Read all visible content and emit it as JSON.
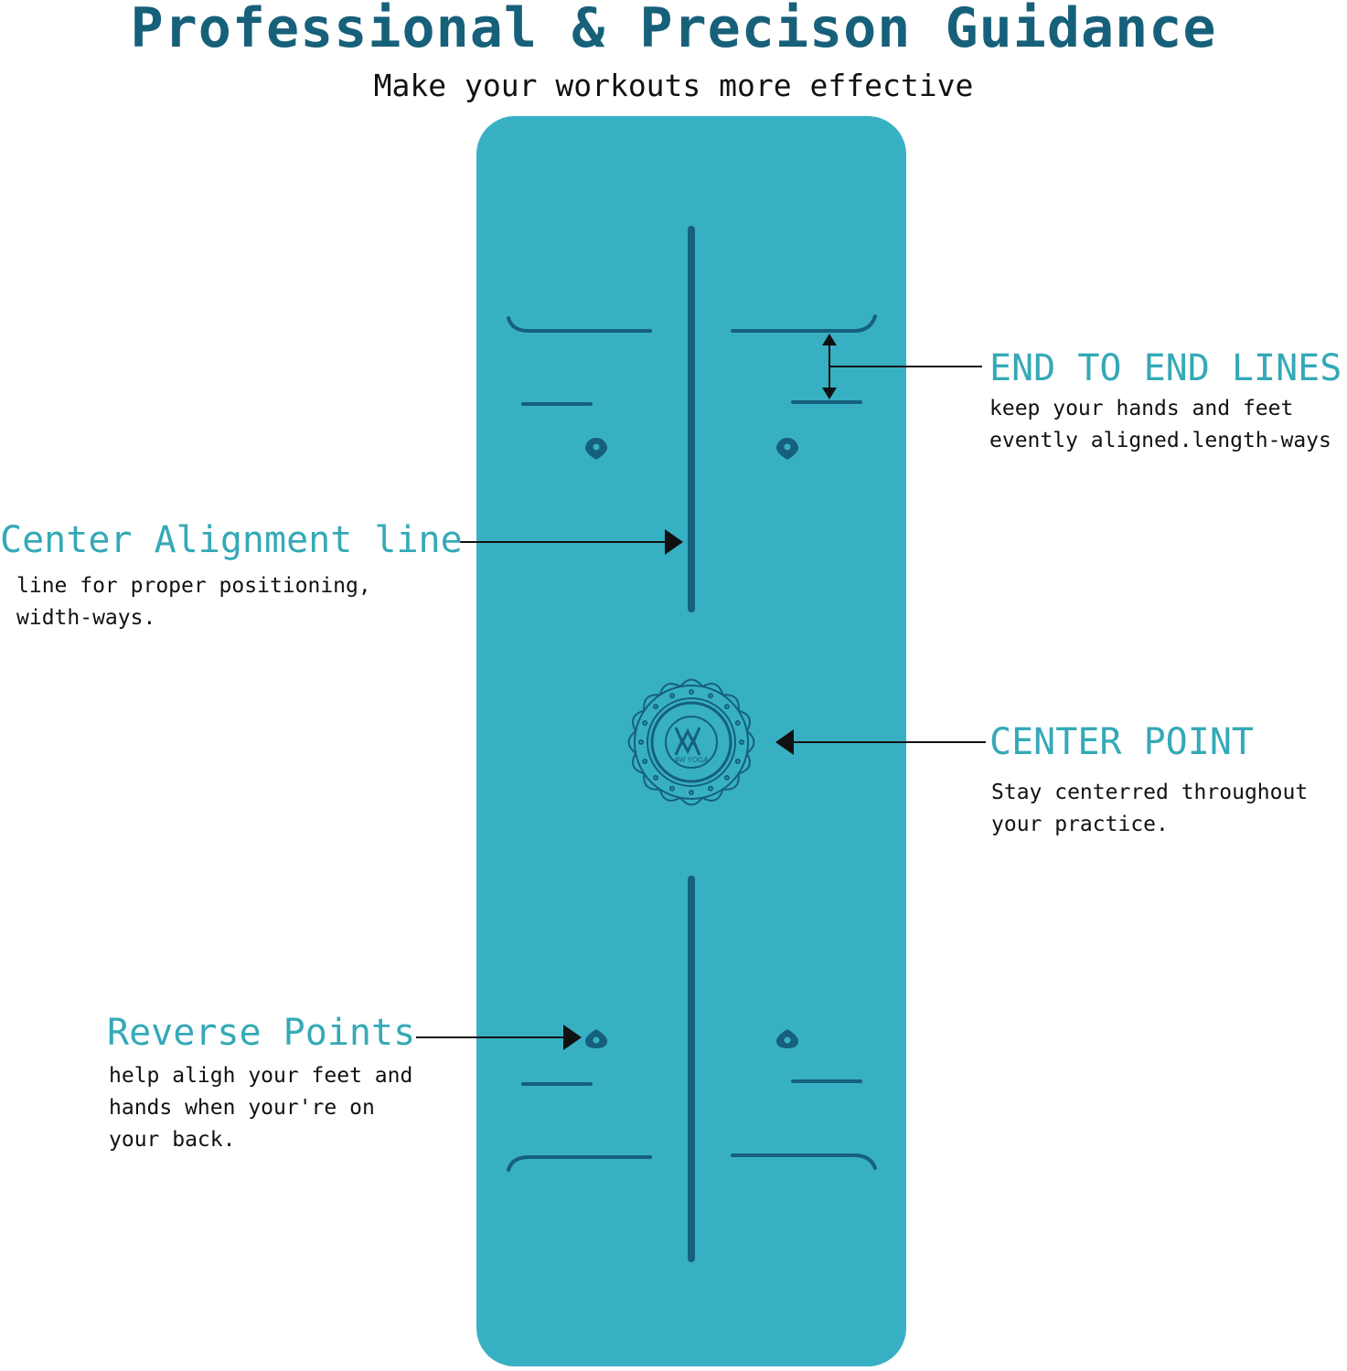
{
  "header": {
    "title": "Professional & Precison Guidance",
    "subtitle": "Make your workouts more effective"
  },
  "mat": {
    "color": "#38b0c4",
    "line_color": "#15607d",
    "logo_text": "4W YOGA"
  },
  "callouts": [
    {
      "heading": "END TO END LINES",
      "lines": [
        "keep your hands and feet",
        "evently aligned.length-ways"
      ]
    },
    {
      "heading": "Center Alignment line",
      "lines": [
        "line for proper positioning,",
        "width-ways."
      ]
    },
    {
      "heading": "CENTER POINT",
      "lines": [
        "Stay centerred throughout",
        "your practice."
      ]
    },
    {
      "heading": "Reverse Points",
      "lines": [
        "help aligh your feet and",
        "hands when your're on",
        "your back."
      ]
    }
  ],
  "colors": {
    "title": "#17607a",
    "heading": "#35a9b7",
    "text": "#111111"
  }
}
